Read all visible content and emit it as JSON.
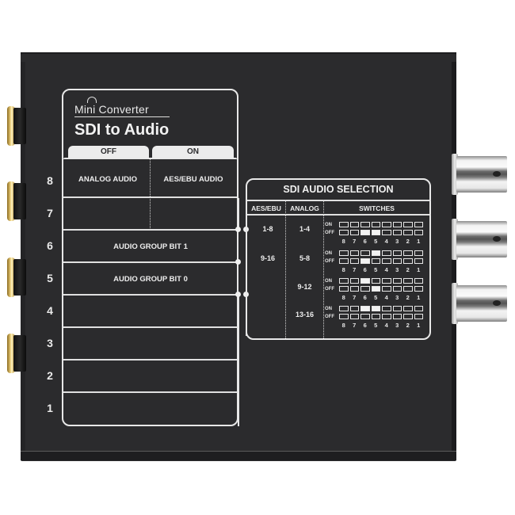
{
  "device": {
    "brand_line": "Mini Converter",
    "model": "SDI to Audio",
    "colors": {
      "chassis": "#2b2b2d",
      "print": "#ececec"
    }
  },
  "left_panel": {
    "tabs": [
      {
        "label": "OFF"
      },
      {
        "label": "ON"
      }
    ],
    "switch_numbers": [
      "8",
      "7",
      "6",
      "5",
      "4",
      "3",
      "2",
      "1"
    ],
    "rows": [
      {
        "switch": "8",
        "off_label": "ANALOG AUDIO",
        "on_label": "AES/EBU AUDIO"
      },
      {
        "switch": "7",
        "off_label": "",
        "on_label": ""
      },
      {
        "switch": "6",
        "label": "AUDIO GROUP BIT 1"
      },
      {
        "switch": "5",
        "label": "AUDIO GROUP BIT 0"
      },
      {
        "switch": "4",
        "label": ""
      },
      {
        "switch": "3",
        "label": ""
      },
      {
        "switch": "2",
        "label": ""
      },
      {
        "switch": "1",
        "label": ""
      }
    ]
  },
  "selection_table": {
    "title": "SDI AUDIO SELECTION",
    "columns": [
      "AES/EBU",
      "ANALOG",
      "SWITCHES"
    ],
    "aes_ranges": [
      "1-8",
      "9-16"
    ],
    "state_labels": {
      "on": "ON",
      "off": "OFF"
    },
    "switch_numbers": [
      "8",
      "7",
      "6",
      "5",
      "4",
      "3",
      "2",
      "1"
    ],
    "rows": [
      {
        "analog": "1-4",
        "on": [
          false,
          false,
          false,
          false,
          false,
          false,
          false,
          false
        ],
        "off": [
          false,
          false,
          true,
          true,
          false,
          false,
          false,
          false
        ]
      },
      {
        "analog": "5-8",
        "on": [
          false,
          false,
          false,
          true,
          false,
          false,
          false,
          false
        ],
        "off": [
          false,
          false,
          true,
          false,
          false,
          false,
          false,
          false
        ]
      },
      {
        "analog": "9-12",
        "on": [
          false,
          false,
          true,
          false,
          false,
          false,
          false,
          false
        ],
        "off": [
          false,
          false,
          false,
          true,
          false,
          false,
          false,
          false
        ]
      },
      {
        "analog": "13-16",
        "on": [
          false,
          false,
          true,
          true,
          false,
          false,
          false,
          false
        ],
        "off": [
          false,
          false,
          false,
          false,
          false,
          false,
          false,
          false
        ]
      }
    ]
  },
  "connectors": {
    "left_audio_jacks": 4,
    "right_bnc": 3
  }
}
